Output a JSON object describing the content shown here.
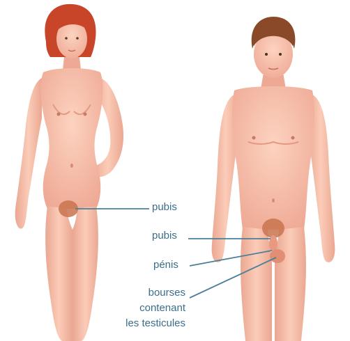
{
  "labels": {
    "female_pubis": "pubis",
    "male_pubis": "pubis",
    "male_penis": "pénis",
    "male_scrotum_line1": "bourses",
    "male_scrotum_line2": "contenant",
    "male_scrotum_line3": "les testicules"
  },
  "colors": {
    "background": "#ffffff",
    "skin": "#f7c2ad",
    "skin_shadow": "#e8a48e",
    "hair_female": "#c8452a",
    "hair_male": "#8a4a2a",
    "pubic": "#c9734e",
    "label_text": "#3a6e8c",
    "leader_line": "#4a7f9a"
  }
}
